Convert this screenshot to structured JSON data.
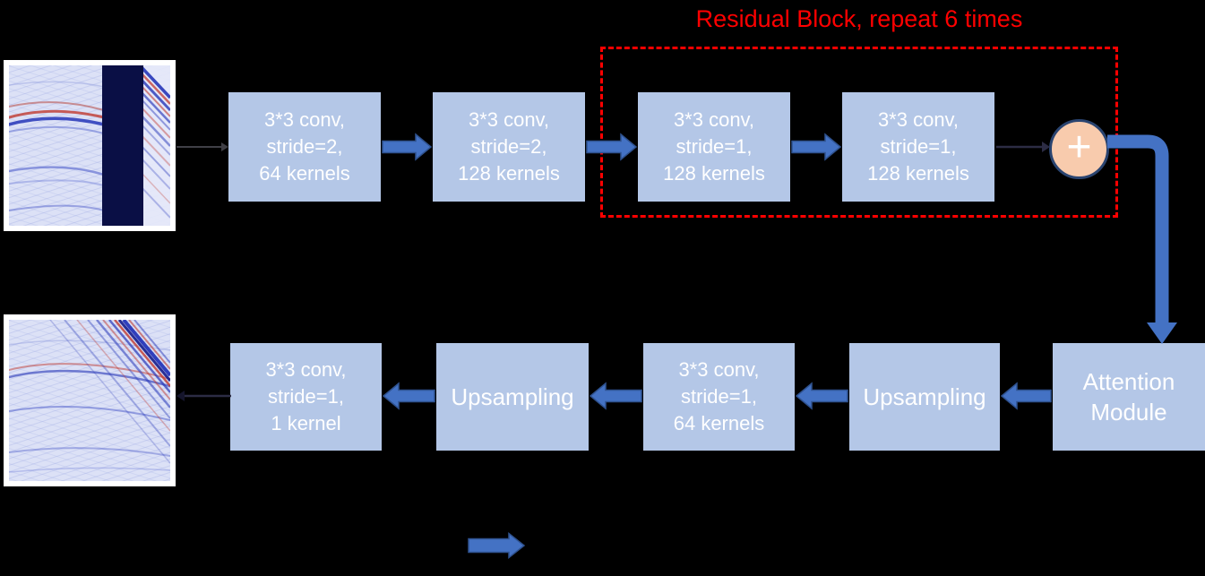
{
  "annotations": {
    "residual_title": "Residual Block, repeat 6 times"
  },
  "nodes": {
    "conv1": {
      "label": "3*3 conv,\nstride=2,\n64 kernels"
    },
    "conv2": {
      "label": "3*3 conv,\nstride=2,\n128 kernels"
    },
    "conv3": {
      "label": "3*3 conv,\nstride=1,\n128 kernels"
    },
    "conv4": {
      "label": "3*3 conv,\nstride=1,\n128 kernels"
    },
    "sum": {
      "label": "+"
    },
    "attention": {
      "label": "Attention\nModule"
    },
    "upsample1": {
      "label": "Upsampling"
    },
    "conv5": {
      "label": "3*3 conv,\nstride=1,\n64 kernels"
    },
    "upsample2": {
      "label": "Upsampling"
    },
    "conv6": {
      "label": "3*3 conv,\nstride=1,\n1 kernel"
    }
  },
  "edges": [
    "input-image -> conv1",
    "conv1 -> conv2",
    "conv2 -> conv3",
    "conv3 -> conv4",
    "conv4 -> sum",
    "sum -> attention",
    "attention -> upsample1",
    "upsample1 -> conv5",
    "conv5 -> upsample2",
    "upsample2 -> conv6",
    "conv6 -> output-image"
  ],
  "colors": {
    "bg": "#000000",
    "box-fill": "#b4c7e7",
    "box-text": "#ffffff",
    "arrow-fill": "#4472c4",
    "arrow-stroke": "#2f528f",
    "accent-red": "#ff0000",
    "sum-fill": "#f8cbad",
    "sum-stroke": "#2a4470"
  }
}
